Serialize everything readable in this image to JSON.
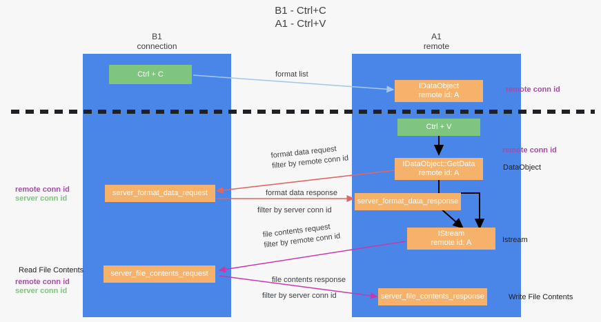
{
  "title": "B1 - Ctrl+C\nA1 - Ctrl+V",
  "columns": {
    "left": "B1\nconnection",
    "right": "A1\nremote"
  },
  "boxes": {
    "ctrl_c": "Ctrl + C",
    "ctrl_v": "Ctrl + V",
    "idataobject": "IDataObject\nremote id: A",
    "idataobject_getdata": "IDataObject::GetData\nremote id: A",
    "istream": "IStream\nremote id: A",
    "server_format_data_request": "server_format_data_request",
    "server_format_data_response": "server_format_data_response",
    "server_file_contents_request": "server_file_contents_request",
    "server_file_contents_response": "server_file_contents_response"
  },
  "edge_labels": {
    "format_list": "format list",
    "format_data_request": "format data request",
    "format_data_request_filter_prefix": "filter by ",
    "format_data_request_filter_value": "remote conn id",
    "format_data_response": "format data response",
    "format_data_response_filter_prefix": "filter by ",
    "format_data_response_filter_value": "server conn id",
    "file_contents_request": "file contents request",
    "file_contents_request_filter_prefix": "filter by ",
    "file_contents_request_filter_value": "remote conn id",
    "file_contents_response": "file contents response",
    "file_contents_response_filter_prefix": "filter by ",
    "file_contents_response_filter_value": "server conn id"
  },
  "annotations": {
    "right_remote_conn_id_top": "remote conn id",
    "right_remote_conn_id_mid": "remote conn id",
    "right_dataobject": "DataObject",
    "right_istream": "Istream",
    "right_write_file_contents": "Write File Contents",
    "left_remote_conn_id_mid": "remote conn id",
    "left_server_conn_id_mid": "server conn id",
    "left_read_file_contents": "Read File Contents",
    "left_remote_conn_id_bottom": "remote conn id",
    "left_server_conn_id_bottom": "server conn id"
  },
  "colors": {
    "lane": "#4a86e8",
    "green_box": "#7fc47f",
    "orange_box": "#f6b26b",
    "purple_text": "#a64ca6",
    "green_text": "#7fc47f",
    "magenta_text": "#c837ab",
    "divider": "#202124",
    "arrow_blue": "#a5c8ea",
    "arrow_red": "#e06666",
    "arrow_magenta": "#c837ab",
    "arrow_black": "#000000",
    "background": "#f7f7f7"
  }
}
